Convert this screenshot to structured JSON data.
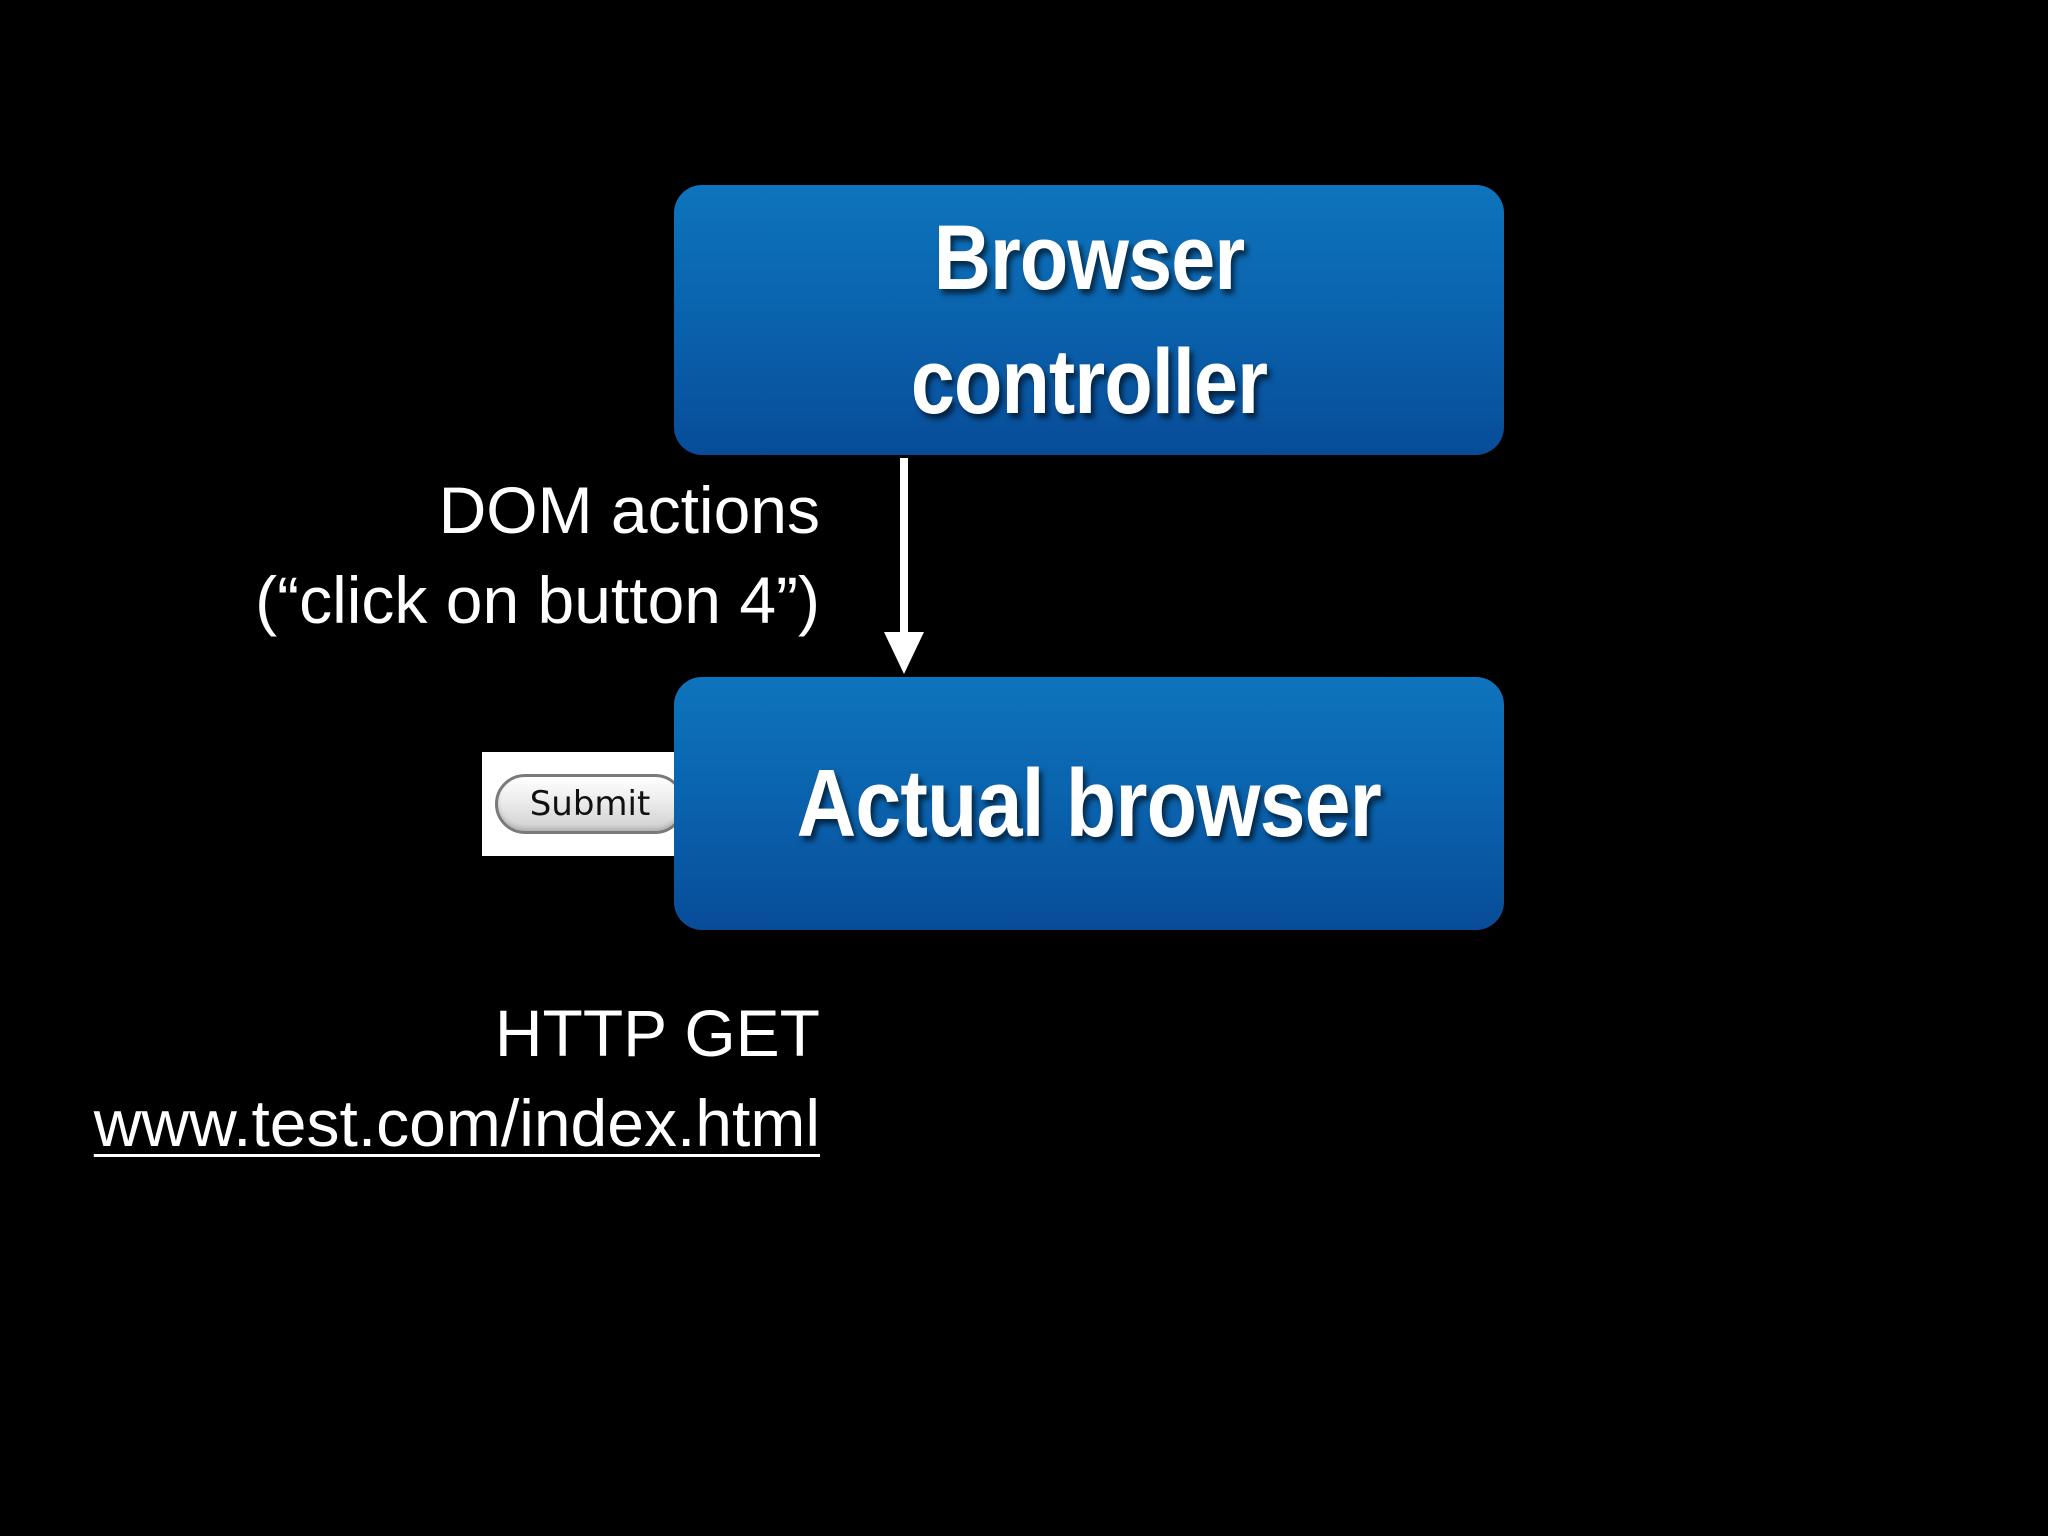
{
  "diagram": {
    "controller_box": {
      "label": "Browser controller",
      "color": "#0a60ab"
    },
    "browser_box": {
      "label": "Actual browser",
      "color": "#0a60ab"
    },
    "dom_actions": {
      "line1": "DOM actions",
      "line2": "(“click on button 4”)"
    },
    "submit_button": {
      "label": "Submit"
    },
    "http_request": {
      "line1": "HTTP GET",
      "url": "www.test.com/index.html"
    },
    "arrow_color": "#ffffff",
    "background_color": "#000000"
  }
}
